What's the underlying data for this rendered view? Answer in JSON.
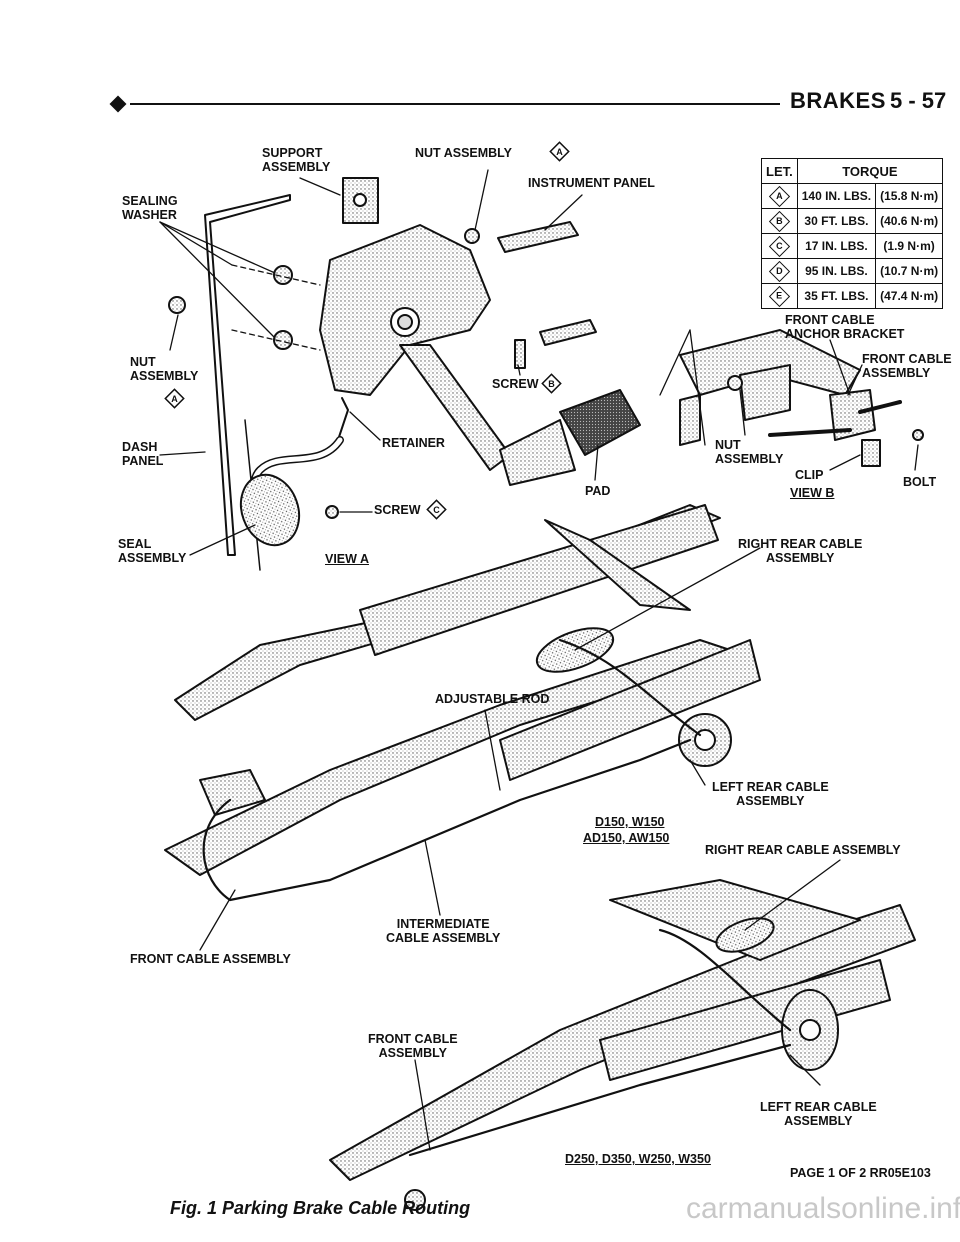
{
  "header": {
    "title": "BRAKES",
    "page": "5 - 57"
  },
  "labels": {
    "support_assembly": "SUPPORT\nASSEMBLY",
    "nut_assembly_top": "NUT ASSEMBLY",
    "instrument_panel": "INSTRUMENT PANEL",
    "sealing_washer": "SEALING\nWASHER",
    "nut_assembly_left": "NUT\nASSEMBLY",
    "dash_panel": "DASH\nPANEL",
    "retainer": "RETAINER",
    "screw_b": "SCREW",
    "pad": "PAD",
    "screw_c": "SCREW",
    "seal_assembly": "SEAL\nASSEMBLY",
    "view_a": "VIEW A",
    "front_cable_anchor_bracket": "FRONT CABLE\nANCHOR BRACKET",
    "front_cable_assembly_b": "FRONT CABLE\nASSEMBLY",
    "nut_assembly_b": "NUT\nASSEMBLY",
    "clip": "CLIP",
    "bolt": "BOLT",
    "view_b": "VIEW B",
    "right_rear_cable_1": "RIGHT REAR CABLE\nASSEMBLY",
    "adjustable_rod": "ADJUSTABLE ROD",
    "left_rear_cable_1": "LEFT REAR CABLE\nASSEMBLY",
    "models_1a": "D150, W150",
    "models_1b": "AD150, AW150",
    "right_rear_cable_2": "RIGHT REAR CABLE ASSEMBLY",
    "intermediate_cable": "INTERMEDIATE\nCABLE ASSEMBLY",
    "front_cable_assembly_1": "FRONT CABLE ASSEMBLY",
    "front_cable_assembly_2": "FRONT CABLE\nASSEMBLY",
    "left_rear_cable_2": "LEFT REAR CABLE\nASSEMBLY",
    "models_2": "D250, D350, W250, W350",
    "page_info": "PAGE 1 OF 2 RR05E103"
  },
  "callouts": {
    "a": "A",
    "b": "B",
    "c": "C"
  },
  "torque_table": {
    "headers": [
      "LET.",
      "TORQUE"
    ],
    "rows": [
      {
        "letter": "A",
        "english": "140 IN. LBS.",
        "metric": "(15.8 N·m)"
      },
      {
        "letter": "B",
        "english": "30 FT. LBS.",
        "metric": "(40.6 N·m)"
      },
      {
        "letter": "C",
        "english": "17 IN. LBS.",
        "metric": "(1.9 N·m)"
      },
      {
        "letter": "D",
        "english": "95 IN. LBS.",
        "metric": "(10.7 N·m)"
      },
      {
        "letter": "E",
        "english": "35 FT. LBS.",
        "metric": "(47.4 N·m)"
      }
    ]
  },
  "caption": "Fig. 1 Parking Brake Cable Routing",
  "watermark": "carmanualsonline.info"
}
